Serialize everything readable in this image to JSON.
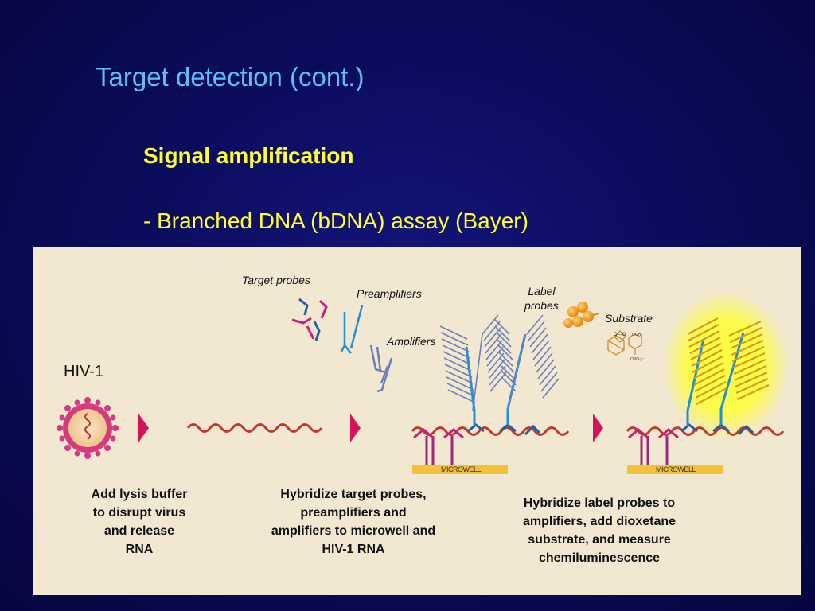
{
  "slide": {
    "title": "Target detection (cont.)",
    "subtitle": "Signal amplification",
    "bullet": "- Branched DNA (bDNA) assay (Bayer)"
  },
  "diagram": {
    "hiv_label": "HIV-1",
    "labels": {
      "target_probes": "Target probes",
      "preamplifiers": "Preamplifiers",
      "amplifiers": "Amplifiers",
      "label_probes": "Label\nprobes",
      "substrate": "Substrate",
      "microwell_1": "MICROWELL",
      "microwell_2": "MICROWELL"
    },
    "steps": [
      "Add lysis buffer to disrupt virus and release RNA",
      "Hybridize target probes, preamplifiers and amplifiers  to microwell and HIV-1 RNA",
      "Hybridize label probes to amplifiers, add dioxetane substrate, and measure chemiluminescence"
    ],
    "colors": {
      "rna": "#c0392b",
      "target_probe": "#c8207a",
      "preamplifier": "#1f8fd6",
      "amplifier": "#6c7fb8",
      "arrow": "#d4145a",
      "microwell": "#f3c23a",
      "glow": "#ffff00"
    }
  }
}
